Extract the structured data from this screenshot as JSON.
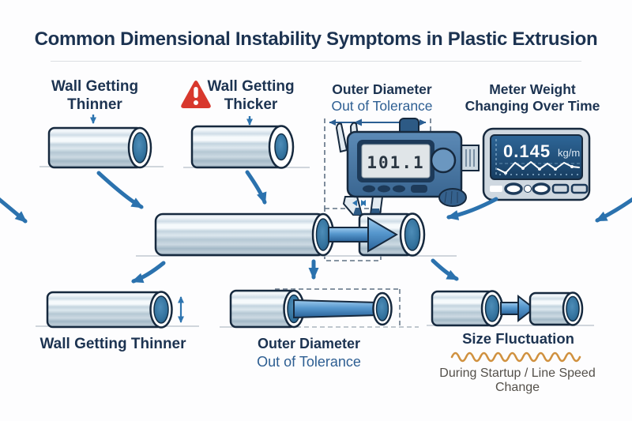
{
  "title": "Common Dimensional Instability Symptoms in Plastic Extrusion",
  "top_row": {
    "wall_thinner": {
      "line1": "Wall Getting",
      "line2": "Thinner"
    },
    "wall_thicker": {
      "line1": "Wall Getting",
      "line2": "Thicker"
    },
    "outer_diameter": {
      "line1": "Outer Diameter",
      "line2": "Out of Tolerance"
    },
    "meter_weight": {
      "line1": "Meter Weight",
      "line2": "Changing Over Time"
    }
  },
  "caliper": {
    "reading": "101.1"
  },
  "meter": {
    "value": "0.145",
    "unit": "kg/m"
  },
  "bottom_row": {
    "wall_thinner": {
      "label": "Wall Getting Thinner"
    },
    "outer_diameter": {
      "line1": "Outer Diameter",
      "line2": "Out of Tolerance"
    },
    "size_fluctuation": {
      "label": "Size Fluctuation",
      "note": "During Startup / Line Speed Change"
    }
  },
  "colors": {
    "heading_navy": "#1c3351",
    "secondary_blue": "#2d5e92",
    "arrow_blue": "#2b72ae",
    "pipe_outline": "#16293e",
    "warning_red": "#d8382d",
    "fluctuation_orange": "#d0913f",
    "note_gray": "#54504a",
    "meter_screen_blue": "#1d4a74"
  }
}
